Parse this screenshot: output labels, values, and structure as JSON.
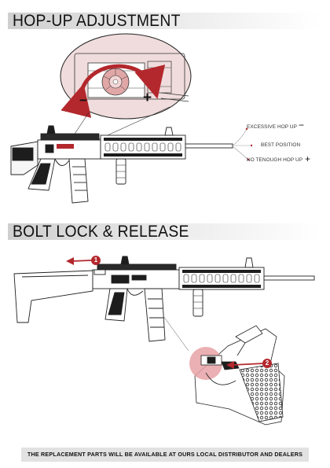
{
  "hop_up": {
    "title": "HOP-UP ADJUSTMENT",
    "minus_sign": "−",
    "plus_sign": "+",
    "labels": {
      "excessive": "EXCESSIVE HOP UP",
      "best": "BEST POSITION",
      "not_enough": "NO TENOUGH HOP UP"
    }
  },
  "bolt": {
    "title": "BOLT LOCK & RELEASE",
    "step1": "1",
    "step2": "2"
  },
  "footer": {
    "text": "THE REPLACEMENT PARTS WILL BE AVAILABLE AT OURS LOCAL DISTRIBUTOR AND DEALERS"
  },
  "colors": {
    "accent_red": "#b3282d",
    "highlight_pink": "#e7a2a6",
    "line": "#222222"
  }
}
